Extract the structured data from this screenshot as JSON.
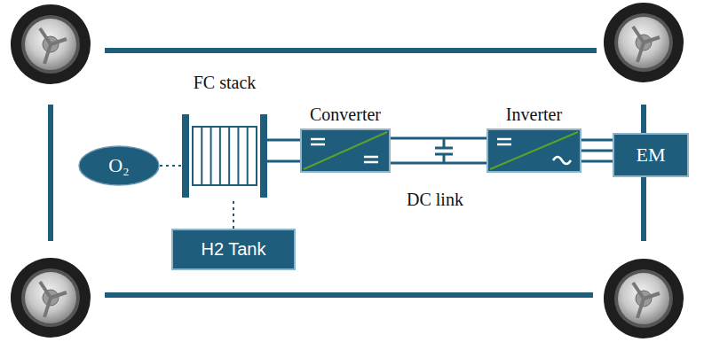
{
  "diagram": {
    "nodes": [
      {
        "text": [
          "FC stack"
        ]
      },
      {
        "text": [
          "Converter"
        ]
      },
      {
        "text": [
          "Inverter"
        ]
      },
      {
        "text": [
          "O₂"
        ]
      },
      {
        "text": [
          "EM"
        ]
      },
      {
        "text": [
          "H2 Tank"
        ]
      }
    ],
    "edges": [
      {
        "from": 3,
        "to": 0,
        "arrow": "none"
      },
      {
        "from": 0,
        "to": 1,
        "arrow": "none"
      },
      {
        "from": 1,
        "to": 2,
        "arrow": "none"
      },
      {
        "from": 2,
        "to": 4,
        "arrow": "none"
      },
      {
        "from": 5,
        "to": 0,
        "arrow": "none"
      }
    ],
    "labels": [
      "DC link"
    ]
  }
}
